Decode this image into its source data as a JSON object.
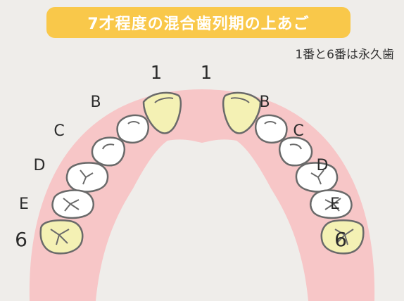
{
  "title": "7才程度の混合歯列期の上あご",
  "subtitle": "1番と6番は永久歯",
  "labels": {
    "left": [
      "1",
      "B",
      "C",
      "D",
      "E",
      "6"
    ],
    "right": [
      "1",
      "B",
      "C",
      "D",
      "E",
      "6"
    ]
  },
  "colors": {
    "background": "#efedea",
    "gum": "#f7c6c7",
    "title_badge": "#f9c84a",
    "permanent_tooth": "#f4f1b4",
    "baby_tooth": "#ffffff",
    "tooth_outline": "#6a6a6a"
  }
}
